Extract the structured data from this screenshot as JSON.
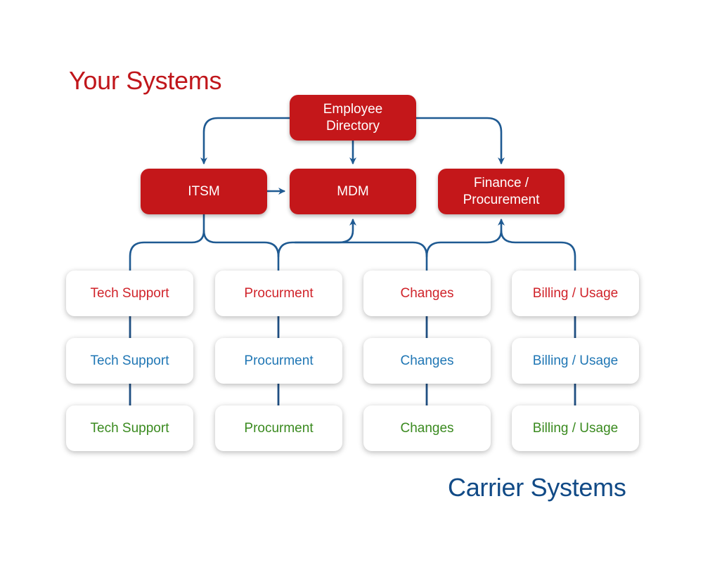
{
  "headings": {
    "your_systems": "Your Systems",
    "carrier_systems": "Carrier Systems"
  },
  "colors": {
    "your_systems_red": "#c4171a",
    "carrier_blue": "#114a86",
    "connector": "#1f5a92",
    "row_red": "#d0232a",
    "row_blue": "#1f76b4",
    "row_green": "#3a8a1f"
  },
  "your_systems": {
    "employee_directory": "Employee Directory",
    "itsm": "ITSM",
    "mdm": "MDM",
    "finance": "Finance / Procurement"
  },
  "carrier_rows": [
    {
      "color": "red",
      "cells": [
        "Tech Support",
        "Procurment",
        "Changes",
        "Billing / Usage"
      ]
    },
    {
      "color": "blue",
      "cells": [
        "Tech Support",
        "Procurment",
        "Changes",
        "Billing / Usage"
      ]
    },
    {
      "color": "green",
      "cells": [
        "Tech Support",
        "Procurment",
        "Changes",
        "Billing / Usage"
      ]
    }
  ],
  "connections": [
    {
      "from": "Employee Directory",
      "to": "ITSM"
    },
    {
      "from": "Employee Directory",
      "to": "MDM"
    },
    {
      "from": "Employee Directory",
      "to": "Finance / Procurement"
    },
    {
      "from": "ITSM",
      "to": "MDM"
    },
    {
      "from": "ITSM",
      "to": "Tech Support"
    },
    {
      "from": "ITSM",
      "to": "Procurment"
    },
    {
      "from": "Procurment",
      "to": "MDM"
    },
    {
      "from": "Changes",
      "to": "MDM"
    },
    {
      "from": "Changes",
      "to": "Finance / Procurement"
    },
    {
      "from": "Billing / Usage",
      "to": "Finance / Procurement"
    }
  ]
}
